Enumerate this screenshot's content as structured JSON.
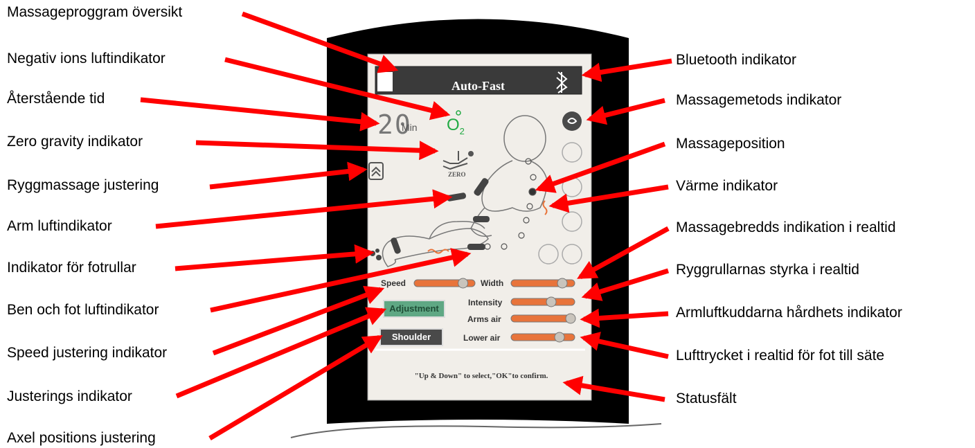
{
  "screen": {
    "program": "Auto-Fast",
    "time_value": "20",
    "time_unit": "Min",
    "zero_label": "ZERO",
    "o2": "O",
    "o2_sub": "2",
    "sliders": {
      "speed": "Speed",
      "width": "Width",
      "intensity": "Intensity",
      "arms_air": "Arms air",
      "lower_air": "Lower air"
    },
    "slider_levels": {
      "speed": 0.85,
      "width": 0.85,
      "intensity": 0.65,
      "arms_air": 1.0,
      "lower_air": 0.8
    },
    "buttons": {
      "adjustment": "Adjustment",
      "shoulder": "Shoulder"
    },
    "status": "\"Up & Down\" to select,\"OK\"to confirm."
  },
  "labels_left": [
    "Massageproggram översikt",
    "Negativ ions luftindikator",
    "Återstående tid",
    "Zero gravity indikator",
    "Ryggmassage justering",
    "Arm luftindikator",
    "Indikator för fotrullar",
    "Ben och fot luftindikator",
    "Speed justering indikator",
    "Justerings indikator",
    "Axel positions justering"
  ],
  "labels_right": [
    "Bluetooth indikator",
    "Massagemetods indikator",
    "Massageposition",
    "Värme indikator",
    "Massagebredds indikation i realtid",
    "Ryggrullarnas styrka i realtid",
    "Armluftkuddarna hårdhets indikator",
    "Lufttrycket i realtid för fot till säte",
    "Statusfält"
  ],
  "colors": {
    "arrow": "#ff0000",
    "body": "#000000",
    "screen": "#f1eee9",
    "slider": "#e8743b",
    "adjust_btn": "#5fa884",
    "shoulder_btn": "#4a4a4a",
    "o2": "#22aa44"
  },
  "icons": [
    "bluetooth-icon",
    "o2-icon",
    "zero-gravity-icon",
    "back-adjust-icon",
    "foot-roller-icon",
    "massage-method-icon",
    "heat-icon"
  ]
}
